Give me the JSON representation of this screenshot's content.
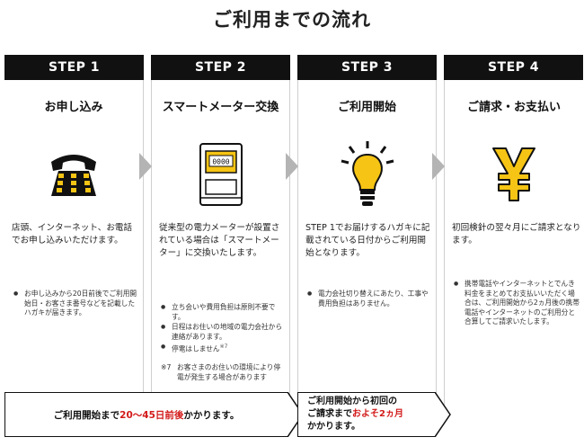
{
  "page_title": "ご利用までの流れ",
  "colors": {
    "header_bg": "#111111",
    "accent_red": "#d31a1a",
    "arrow_gray": "#b4b4b4",
    "bulb_yellow": "#f6c414"
  },
  "steps": [
    {
      "label": "STEP 1",
      "name": "お申し込み",
      "icon": "telephone-icon",
      "desc": "店頭、インターネット、お電話でお申し込みいただけます。",
      "bullets": [
        "お申し込みから20日前後でご利用開始日・お客さま番号などを記載したハガキが届きます。"
      ]
    },
    {
      "label": "STEP 2",
      "name": "スマートメーター交換",
      "icon": "smart-meter-icon",
      "meter_display": "0000",
      "desc": "従来型の電力メーターが設置されている場合は「スマートメーター」に交換いたします。",
      "bullets": [
        "立ち会いや費用負担は原則不要です。",
        "日程はお住いの地域の電力会社から連絡があります。",
        "停電はしません"
      ],
      "bullet_note_ref": "※7",
      "note_mark": "※7",
      "note": "お客さまのお住いの環境により停電が発生する場合があります"
    },
    {
      "label": "STEP 3",
      "name": "ご利用開始",
      "icon": "lightbulb-icon",
      "desc": "STEP 1でお届けするハガキに記載されている日付からご利用開始となります。",
      "bullets": [
        "電力会社切り替えにあたり、工事や費用負担はありません。"
      ]
    },
    {
      "label": "STEP 4",
      "name": "ご請求・お支払い",
      "icon": "yen-icon",
      "desc": "初回検針の翌々月にご請求となります。",
      "bullets": [
        "携帯電話やインターネットとでんき料金をまとめてお支払いいただく場合は、ご利用開始から2ヵ月後の携帯電話やインターネットのご利用分と合算してご請求いたします。"
      ]
    }
  ],
  "callouts": {
    "first": {
      "pre": "ご利用開始まで",
      "highlight": "20〜45日前後",
      "post": "かかります。"
    },
    "second": {
      "line1": "ご利用開始から初回の",
      "line2_pre": "ご請求まで",
      "line2_highlight": "およそ2ヵ月",
      "line3": "かかります。"
    }
  }
}
